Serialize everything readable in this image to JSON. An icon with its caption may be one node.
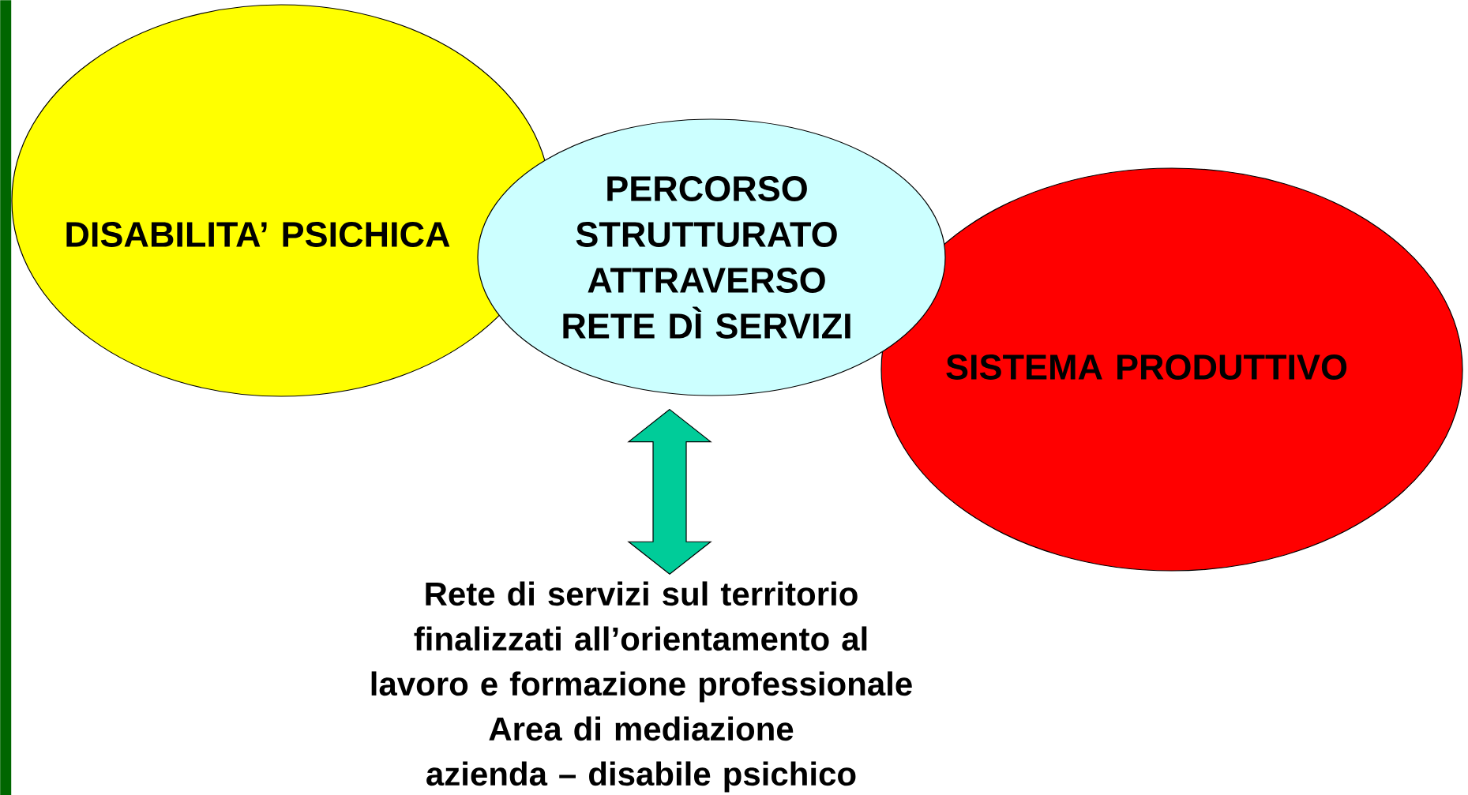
{
  "diagram": {
    "nodes": [
      {
        "text": [
          "DISABILITA’ PSICHICA"
        ]
      },
      {
        "text": [
          "PERCORSO STRUTTURATO ATTRAVERSO RETE DÌ SERVIZI"
        ]
      },
      {
        "text": [
          "SISTEMA PRODUTTIVO"
        ]
      },
      {
        "text": [
          "Rete di servizi sul territorio finalizzati all’orientamento al lavoro e formazione professionale",
          "Area di mediazione azienda – disabile psichico"
        ]
      },
      {
        "text": [],
        "shape": "bar"
      }
    ],
    "edges": [
      {
        "from": 1,
        "to": 3,
        "arrow": "both",
        "style": "thick",
        "color": "#00cc99"
      }
    ]
  }
}
